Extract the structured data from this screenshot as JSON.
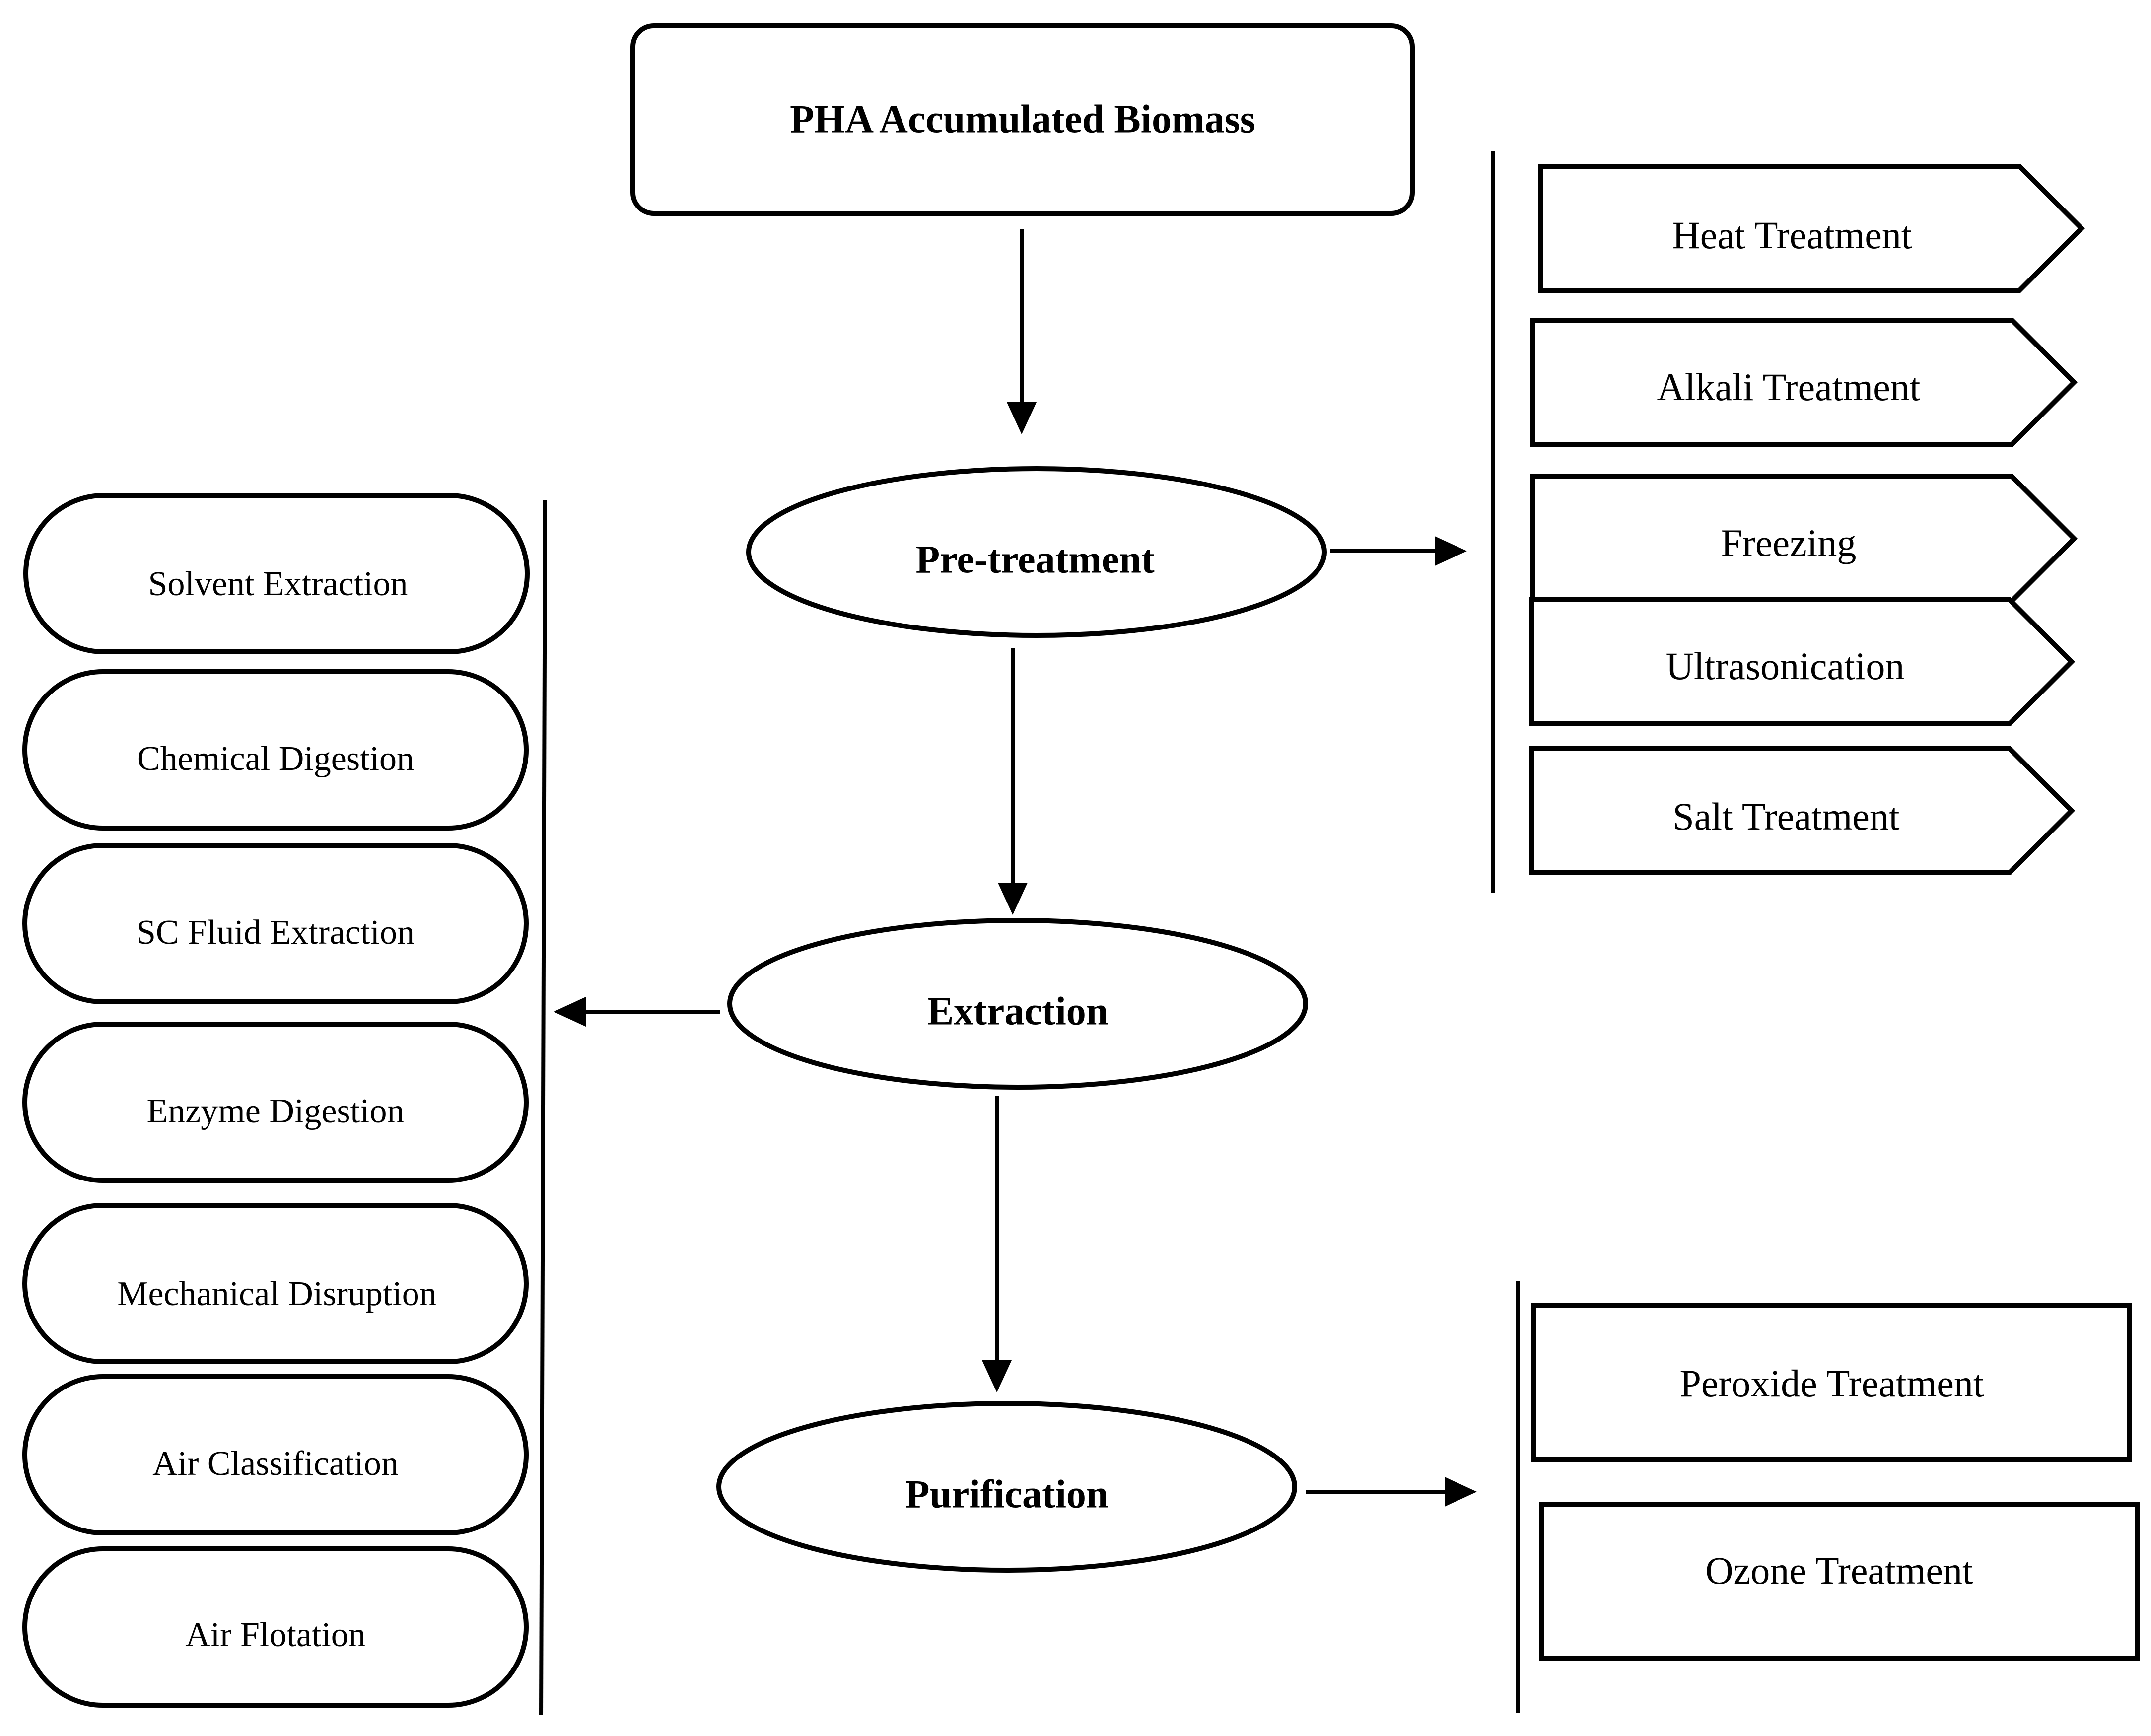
{
  "top_box": {
    "label": "PHA Accumulated Biomass"
  },
  "stages": {
    "pretreatment": "Pre-treatment",
    "extraction": "Extraction",
    "purification": "Purification"
  },
  "pretreatment_methods": [
    "Heat Treatment",
    "Alkali Treatment",
    "Freezing",
    "Ultrasonication",
    "Salt Treatment"
  ],
  "extraction_methods": [
    "Solvent Extraction",
    "Chemical Digestion",
    "SC Fluid Extraction",
    "Enzyme Digestion",
    "Mechanical Disruption",
    "Air Classification",
    "Air Flotation"
  ],
  "purification_methods": [
    "Peroxide Treatment",
    "Ozone Treatment"
  ]
}
